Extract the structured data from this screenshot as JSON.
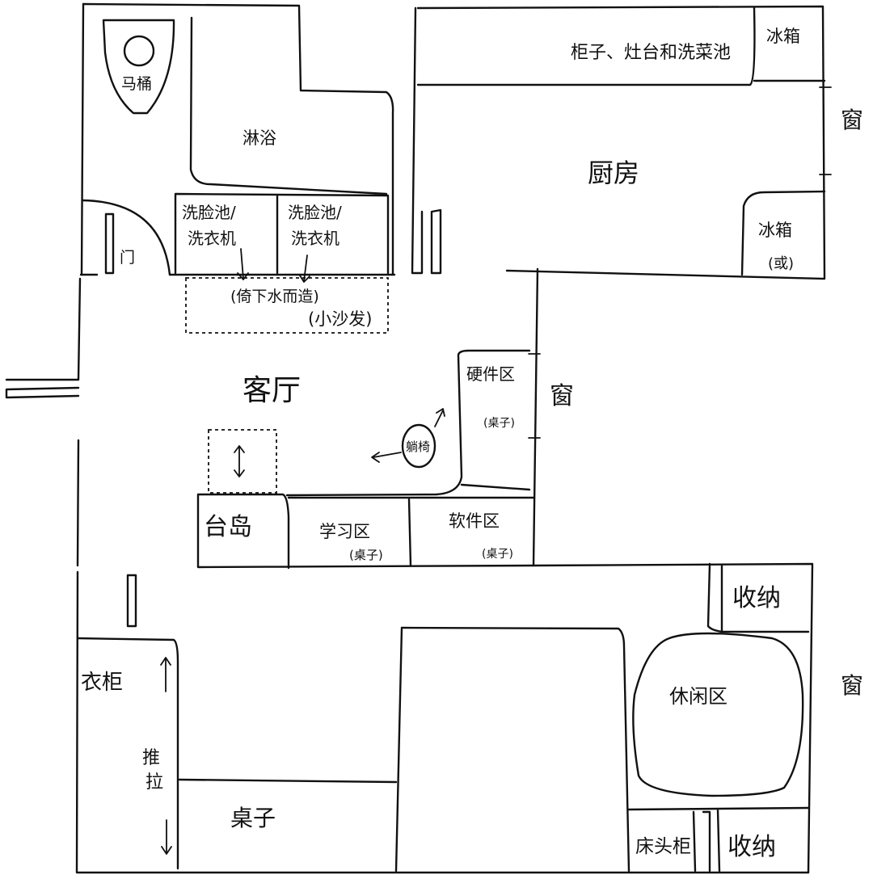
{
  "rooms": {
    "toilet": "马桶",
    "shower": "淋浴",
    "sink_washer_1": [
      "洗脸池/",
      "洗衣机"
    ],
    "sink_washer_2": [
      "洗脸池/",
      "洗衣机"
    ],
    "drain_note": "(倚下水而造)",
    "small_sofa": "(小沙发)",
    "door": "门",
    "living_room": "客厅",
    "kitchen_counter": "柜子、灶台和洗菜池",
    "fridge_top": "冰箱",
    "kitchen": "厨房",
    "fridge_alt": "冰箱",
    "fridge_alt_note": "(或)",
    "window_kitchen": "窗",
    "window_living": "窗",
    "window_bedroom": "窗",
    "hardware_zone": "硬件区",
    "hardware_note": "(桌子)",
    "lounge_chair": "躺椅",
    "island": "台岛",
    "study_zone": "学习区",
    "study_note": "(桌子)",
    "software_zone": "软件区",
    "software_note": "(桌子)",
    "storage_top": "收纳",
    "leisure_zone": "休闲区",
    "bedside_cabinet": "床头柜",
    "storage_bottom": "收纳",
    "wardrobe": "衣柜",
    "sliding_door": [
      "推",
      "拉"
    ],
    "table": "桌子"
  }
}
